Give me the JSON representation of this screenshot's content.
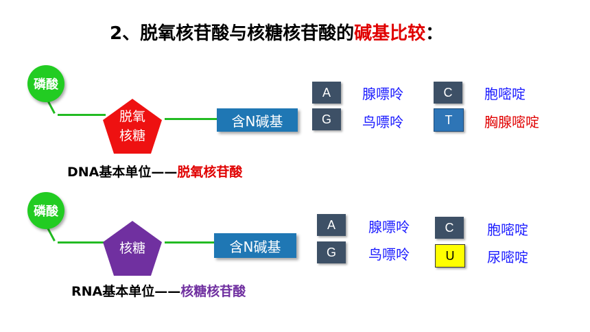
{
  "title": {
    "prefix": "2、脱氧核苷酸与核糖核苷酸的",
    "highlight": "碱基比较",
    "suffix": "："
  },
  "dna": {
    "phosphate": "磷酸",
    "sugar_line1": "脱氧",
    "sugar_line2": "核糖",
    "base_label": "含N碱基",
    "unit_prefix": "DNA基本单位——",
    "unit_name": "脱氧核苷酸",
    "bases": [
      {
        "letter": "A",
        "name": "腺嘌呤"
      },
      {
        "letter": "G",
        "name": "鸟嘌呤"
      },
      {
        "letter": "C",
        "name": "胞嘧啶"
      },
      {
        "letter": "T",
        "name": "胸腺嘧啶"
      }
    ]
  },
  "rna": {
    "phosphate": "磷酸",
    "sugar": "核糖",
    "base_label": "含N碱基",
    "unit_prefix": "RNA基本单位——",
    "unit_name": "核糖核苷酸",
    "bases": [
      {
        "letter": "A",
        "name": "腺嘌呤"
      },
      {
        "letter": "G",
        "name": "鸟嘌呤"
      },
      {
        "letter": "C",
        "name": "胞嘧啶"
      },
      {
        "letter": "U",
        "name": "尿嘧啶"
      }
    ]
  },
  "colors": {
    "phosphate": "#22cc22",
    "dna_sugar": "#ee1111",
    "rna_sugar": "#7030a0",
    "base_box": "#1f77b4",
    "highlight": "#e00000",
    "unique_base_T": "#2e75b6",
    "unique_base_U": "#ffff00"
  }
}
